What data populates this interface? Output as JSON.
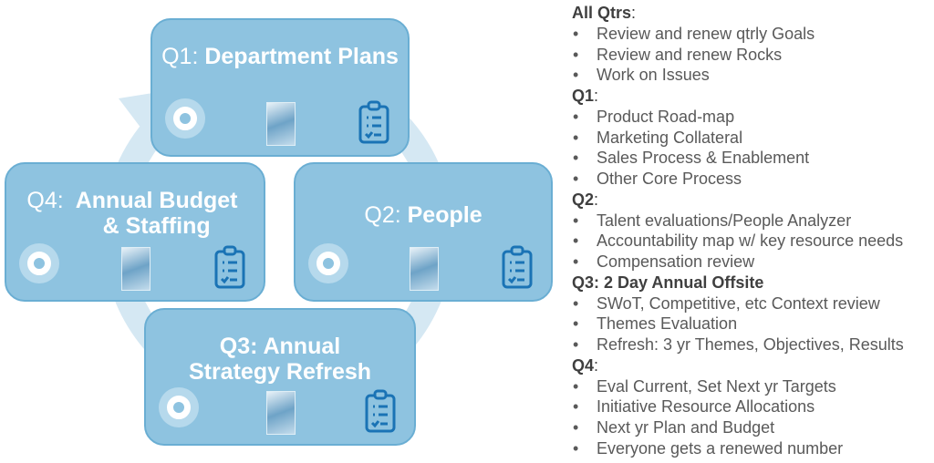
{
  "diagram": {
    "q1": {
      "prefix": "Q1: ",
      "title": "Department Plans"
    },
    "q2": {
      "prefix": "Q2: ",
      "title": "People"
    },
    "q3": {
      "prefix": "",
      "title": "Q3: Annual Strategy Refresh"
    },
    "q4": {
      "prefix": "Q4: ",
      "title": "Annual Budget & Staffing"
    }
  },
  "list": [
    {
      "head": "All Qtrs",
      "suffix": ":",
      "items": [
        "Review and renew qtrly Goals",
        "Review and renew Rocks",
        "Work on Issues"
      ]
    },
    {
      "head": "Q1",
      "suffix": ":",
      "items": [
        "Product Road-map",
        "Marketing Collateral",
        "Sales Process & Enablement",
        "Other Core Process"
      ]
    },
    {
      "head": "Q2",
      "suffix": ":",
      "items": [
        "Talent evaluations/People Analyzer",
        "Accountability map w/ key resource needs",
        "Compensation review"
      ]
    },
    {
      "head": "Q3: 2 Day Annual Offsite",
      "suffix": "",
      "items": [
        "SWoT, Competitive, etc Context review",
        "Themes Evaluation",
        "Refresh: 3 yr Themes, Objectives, Results"
      ]
    },
    {
      "head": "Q4",
      "suffix": ":",
      "items": [
        "Eval Current, Set Next yr Targets",
        "Initiative Resource Allocations",
        "Next yr Plan and Budget",
        "Everyone gets a renewed number"
      ]
    }
  ]
}
